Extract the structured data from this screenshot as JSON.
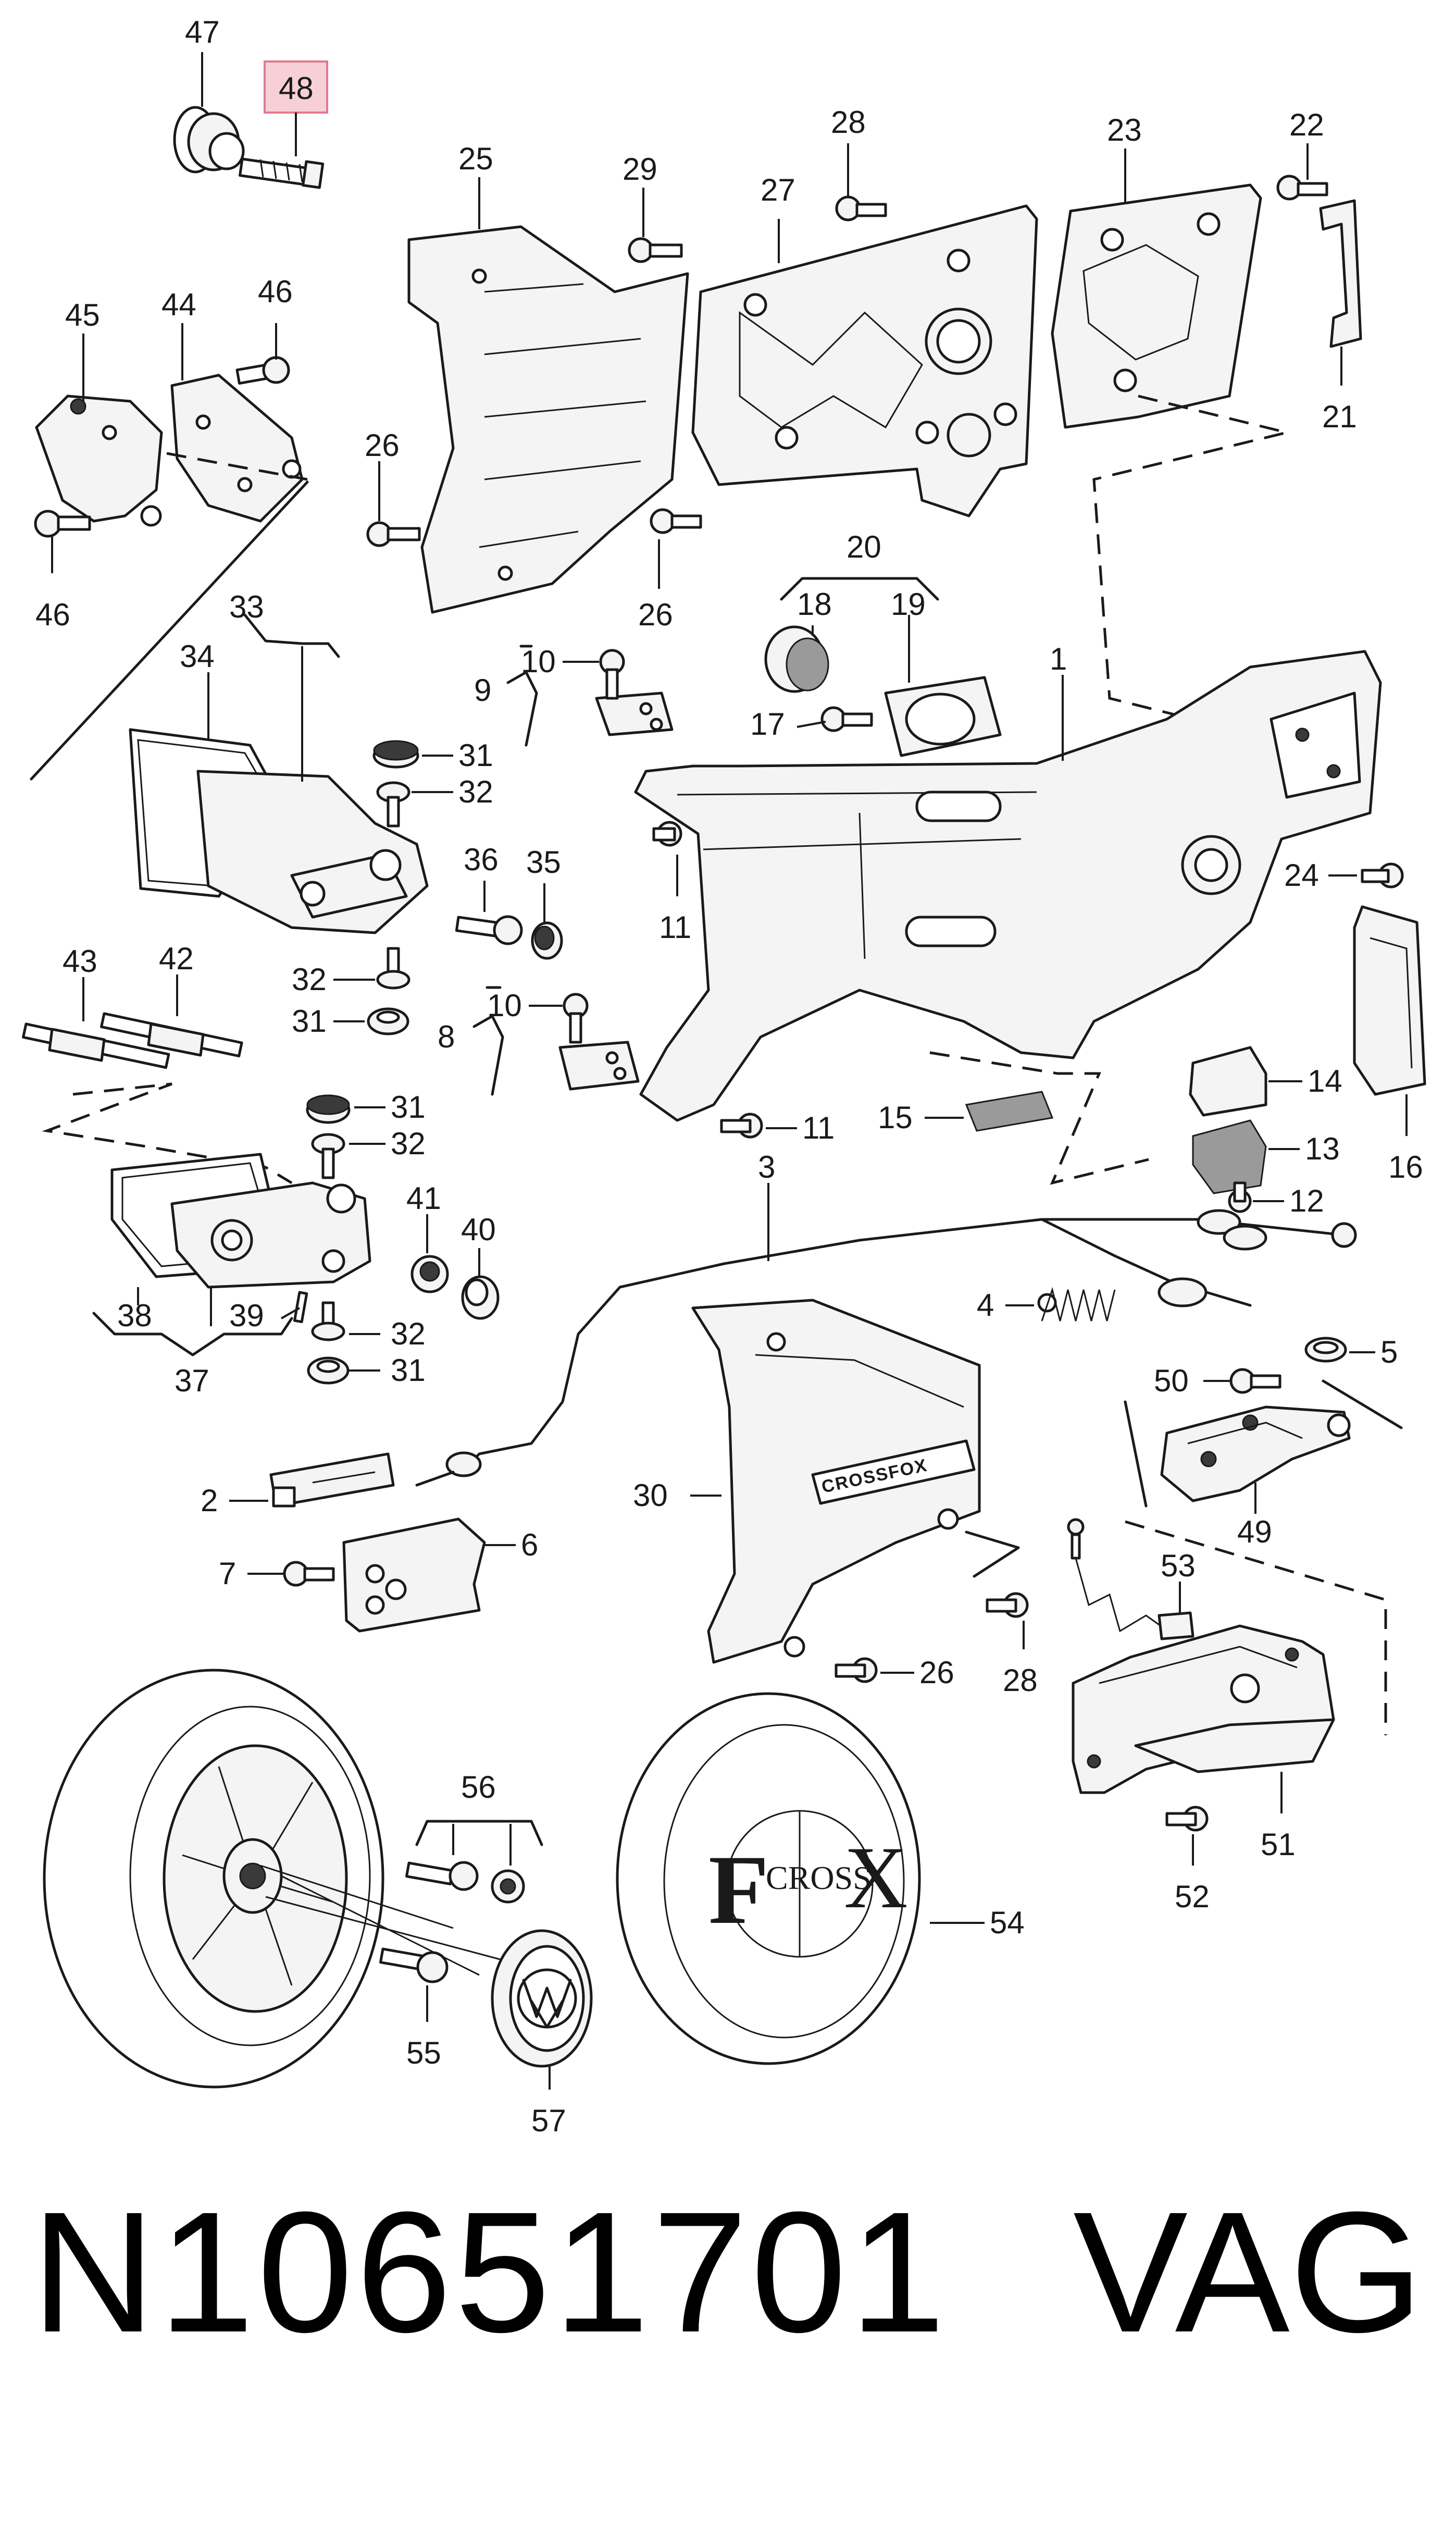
{
  "colors": {
    "line": "#1a1a1a",
    "highlight_fill": "#f6d0d6",
    "highlight_border": "#e07a8c",
    "background": "#ffffff"
  },
  "callouts": {
    "c1": "1",
    "c2": "2",
    "c3": "3",
    "c4": "4",
    "c5": "5",
    "c6": "6",
    "c7": "7",
    "c8": "8",
    "c9": "9",
    "c10a": "10",
    "c10b": "10",
    "c11a": "11",
    "c11b": "11",
    "c12": "12",
    "c13": "13",
    "c14": "14",
    "c15": "15",
    "c16": "16",
    "c17": "17",
    "c18": "18",
    "c19": "19",
    "c20": "20",
    "c21": "21",
    "c22": "22",
    "c23": "23",
    "c24": "24",
    "c25": "25",
    "c26a": "26",
    "c26b": "26",
    "c26c": "26",
    "c27": "27",
    "c28a": "28",
    "c28b": "28",
    "c29": "29",
    "c30": "30",
    "c31a": "31",
    "c31b": "31",
    "c31c": "31",
    "c31d": "31",
    "c32a": "32",
    "c32b": "32",
    "c32c": "32",
    "c32d": "32",
    "c33": "33",
    "c34": "34",
    "c35": "35",
    "c36": "36",
    "c37": "37",
    "c38": "38",
    "c39": "39",
    "c40": "40",
    "c41": "41",
    "c42": "42",
    "c43": "43",
    "c44": "44",
    "c45": "45",
    "c46a": "46",
    "c46b": "46",
    "c47": "47",
    "c48": "48",
    "c49": "49",
    "c50": "50",
    "c51": "51",
    "c52": "52",
    "c53": "53",
    "c54": "54",
    "c55": "55",
    "c56": "56",
    "c57": "57"
  },
  "highlighted_callout": "48",
  "embossed_labels": {
    "panel_badge": "CROSSFOX",
    "tire_cover_left": "F",
    "tire_cover_mid": "CROSS",
    "tire_cover_right": "X"
  },
  "footer": {
    "part_number": "N10651701",
    "brand_code": "VAG"
  }
}
